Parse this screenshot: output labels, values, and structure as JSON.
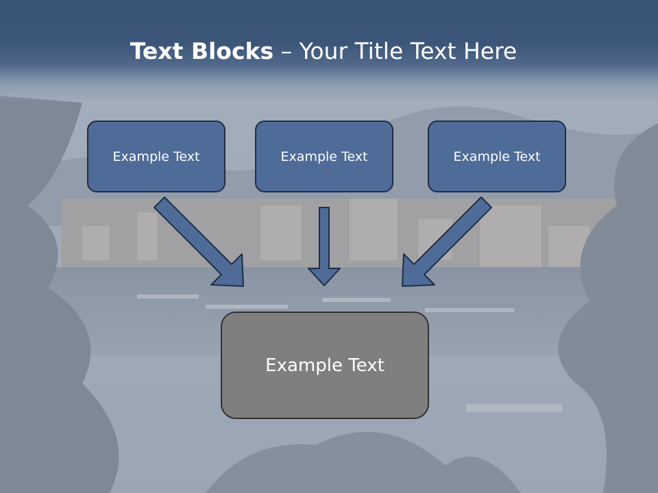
{
  "slide": {
    "title_bold": "Text Blocks",
    "title_rest": " – Your Title Text Here"
  },
  "blocks": {
    "top": [
      "Example Text",
      "Example Text",
      "Example Text"
    ],
    "bottom": "Example Text"
  },
  "colors": {
    "header": "#3c5679",
    "top_box_fill": "#4f6c98",
    "top_box_border": "#1f2d44",
    "bottom_box_fill": "#7f7f7f",
    "arrow_fill": "#4f6c98"
  }
}
